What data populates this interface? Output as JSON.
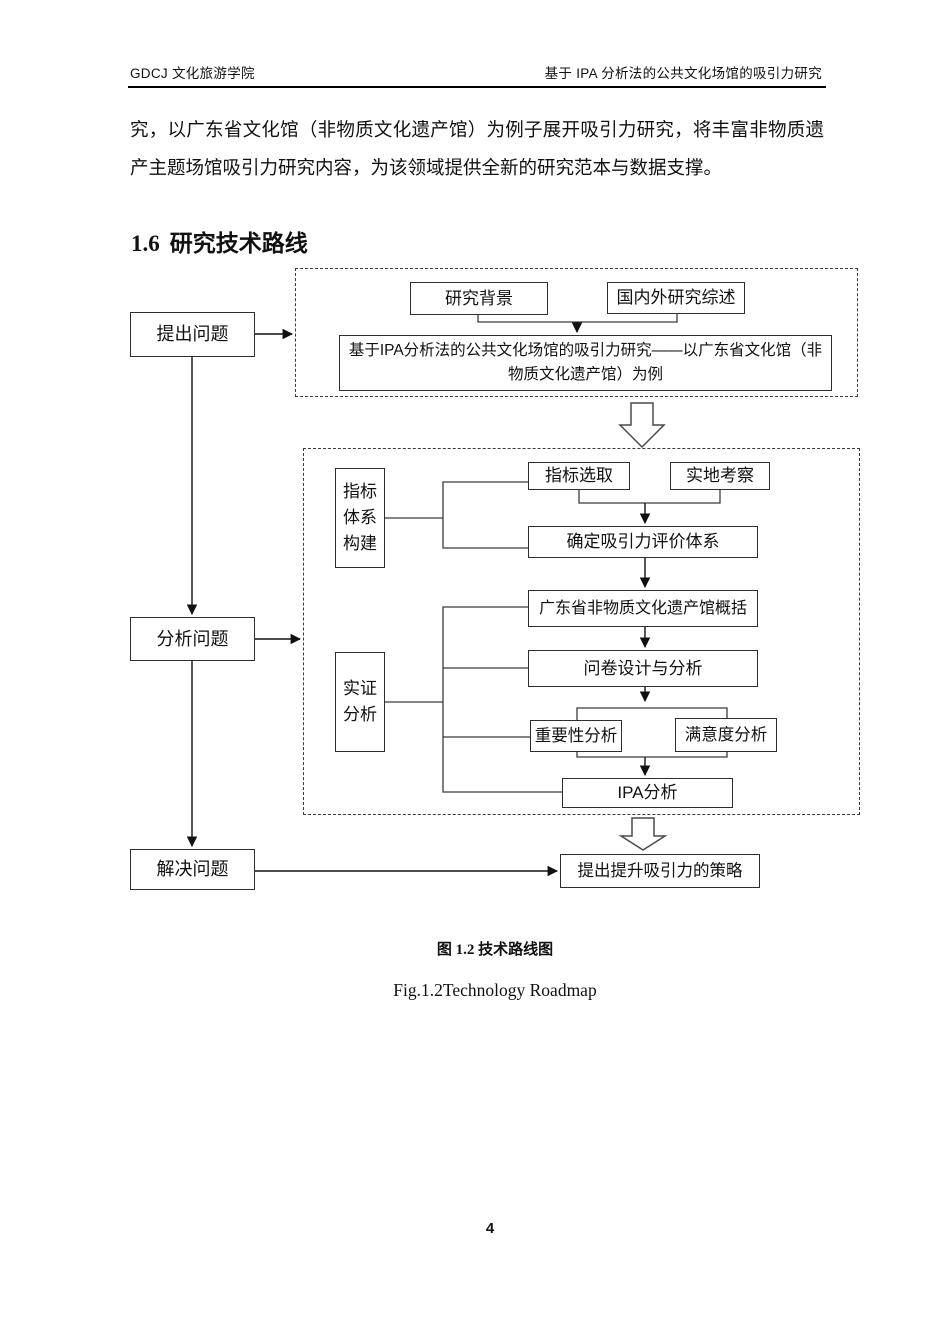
{
  "header": {
    "left": "GDCJ 文化旅游学院",
    "right": "基于 IPA 分析法的公共文化场馆的吸引力研究"
  },
  "body": {
    "paragraph": "究，以广东省文化馆（非物质文化遗产馆）为例子展开吸引力研究，将丰富非物质遗产主题场馆吸引力研究内容，为该领域提供全新的研究范本与数据支撑。"
  },
  "section": {
    "number": "1.6",
    "title": "研究技术路线"
  },
  "flowchart": {
    "stages": {
      "raise": "提出问题",
      "analyze": "分析问题",
      "solve": "解决问题"
    },
    "top": {
      "background": "研究背景",
      "literature": "国内外研究综述",
      "topic": "基于IPA分析法的公共文化场馆的吸引力研究——以广东省文化馆（非物质文化遗产馆）为例"
    },
    "middle": {
      "indicator_label": "指标体系构建",
      "selection": "指标选取",
      "survey": "实地考察",
      "evaluation": "确定吸引力评价体系",
      "overview": "广东省非物质文化遗产馆概括",
      "questionnaire": "问卷设计与分析",
      "empirical_label": "实证分析",
      "importance": "重要性分析",
      "satisfaction": "满意度分析",
      "ipa": "IPA分析"
    },
    "bottom": {
      "strategy": "提出提升吸引力的策略"
    }
  },
  "caption": {
    "zh": "图 1.2 技术路线图",
    "en": "Fig.1.2Technology Roadmap"
  },
  "footer": {
    "page_number": "4"
  }
}
